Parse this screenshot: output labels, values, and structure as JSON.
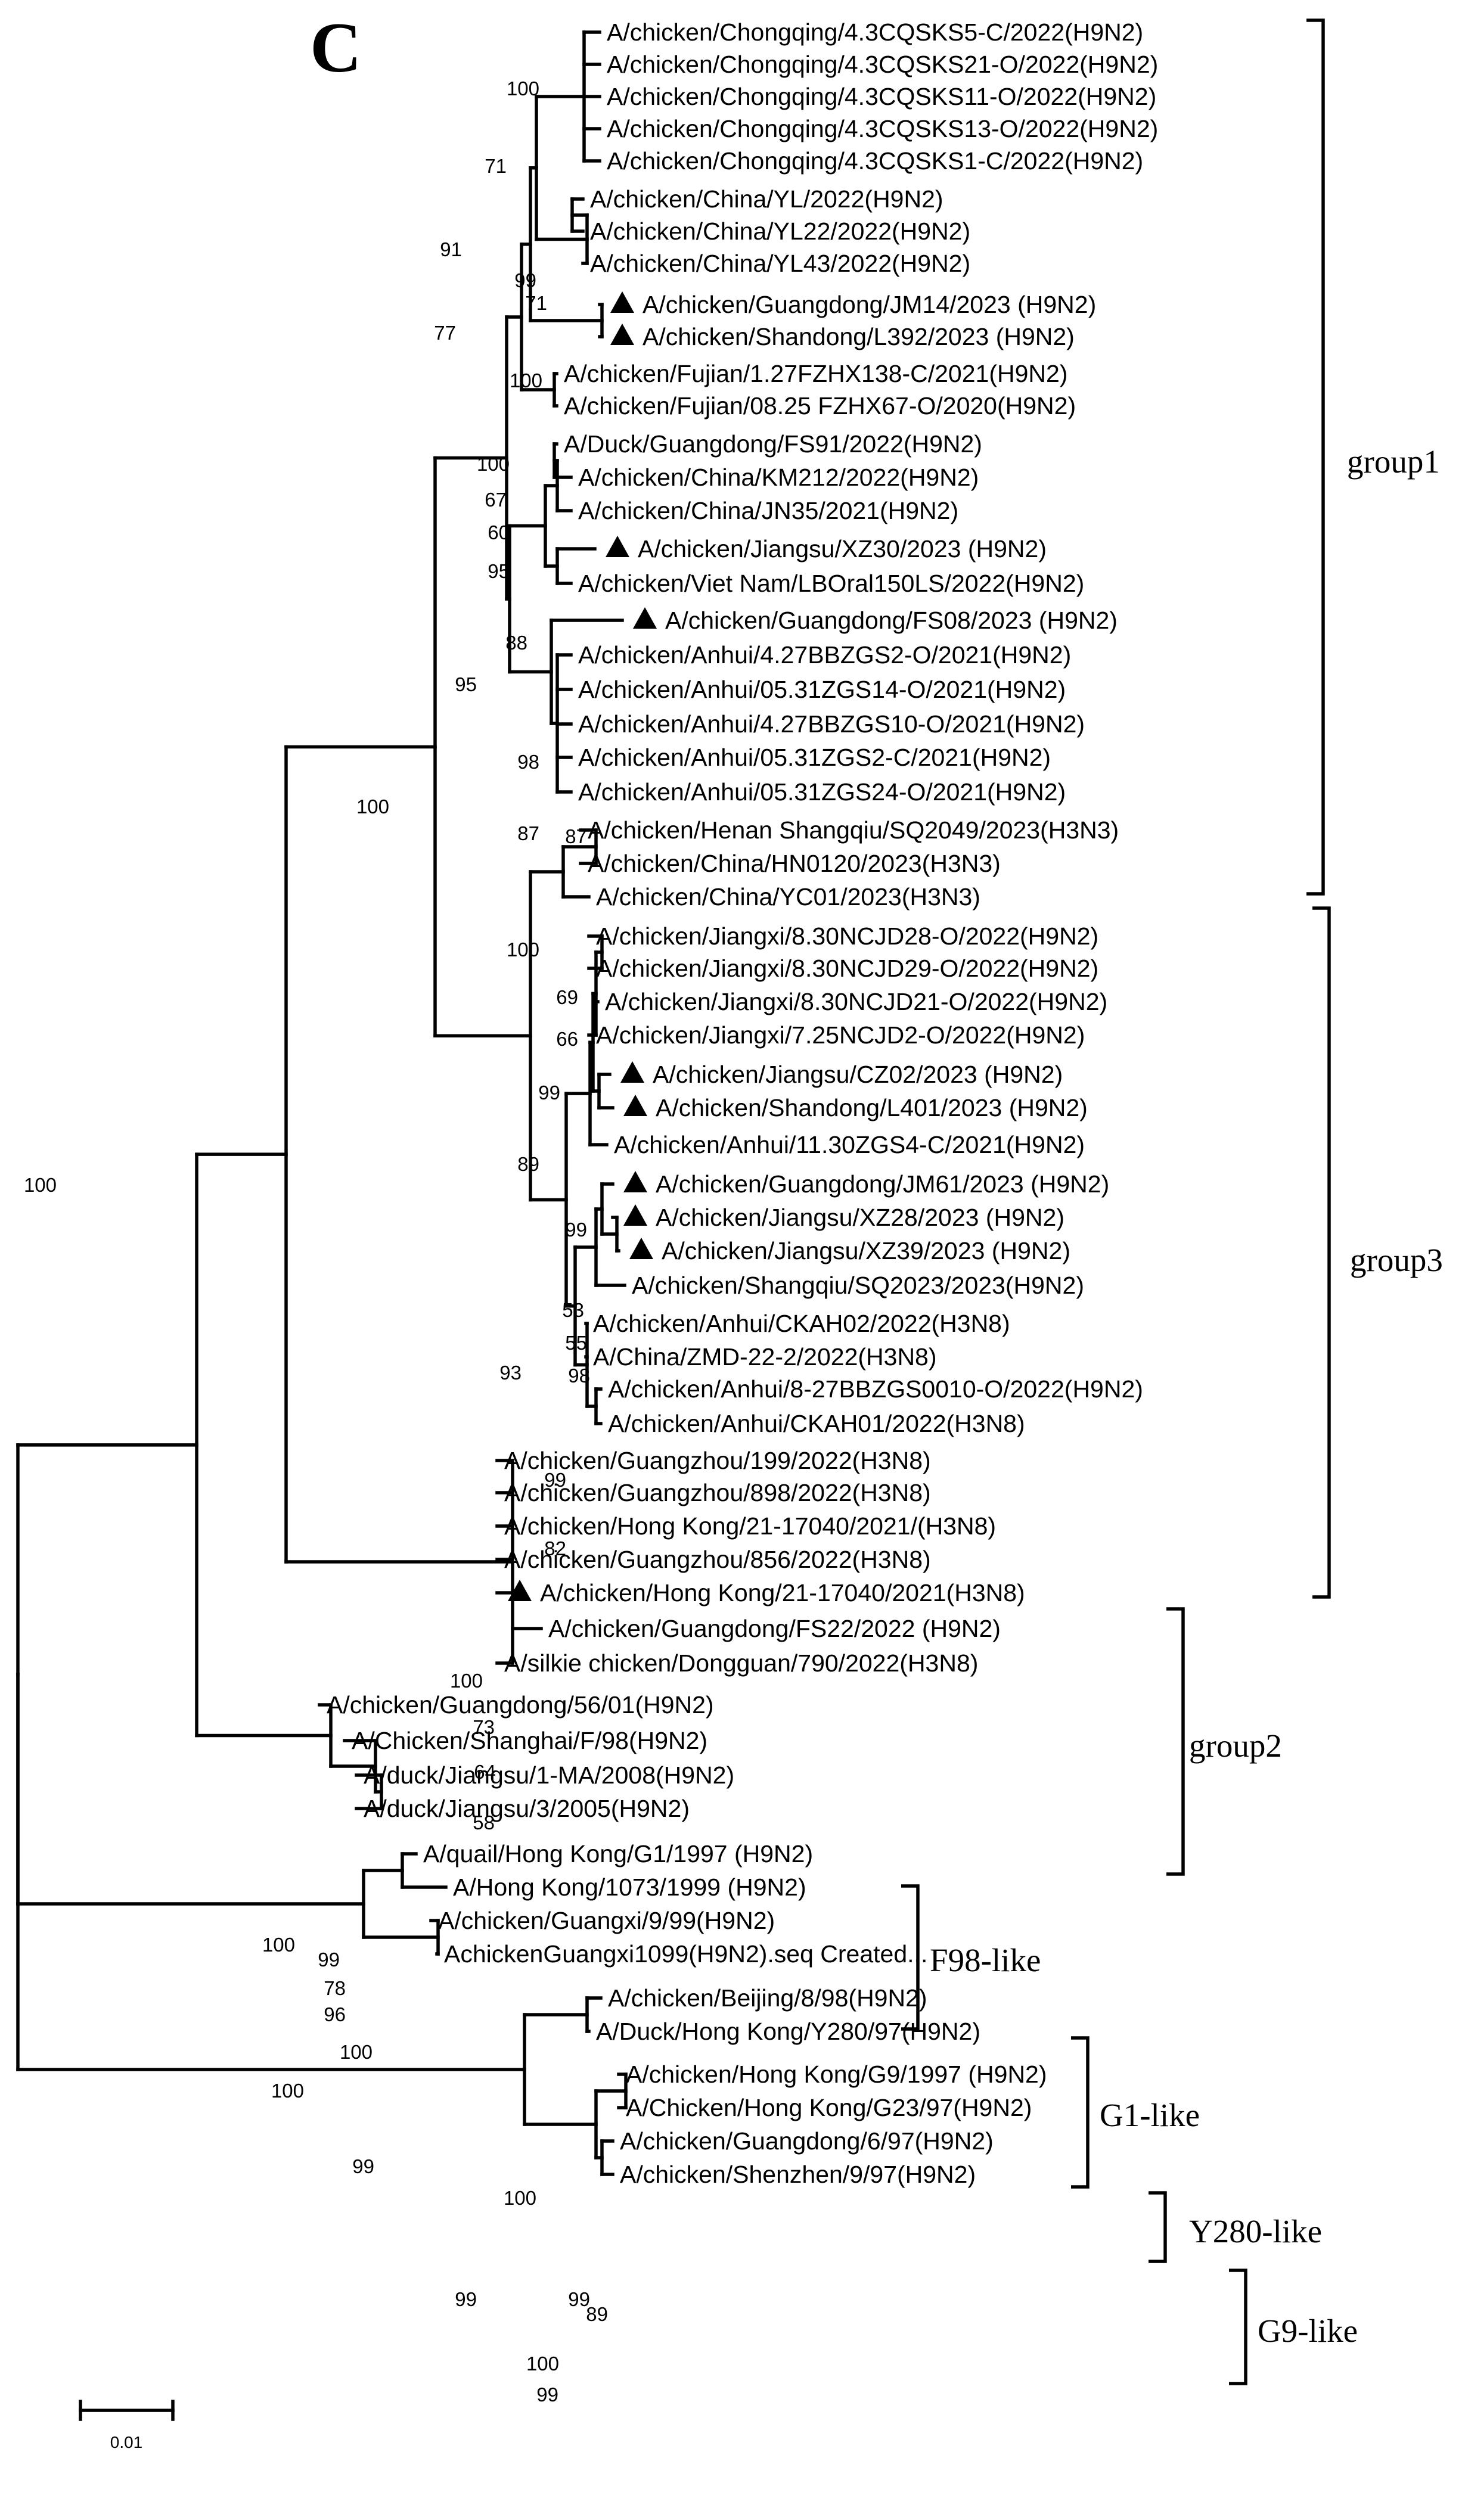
{
  "panel_label": "C",
  "scale_label": "0.01",
  "leaves": [
    "A/chicken/Chongqing/4.3CQSKS5-C/2022(H9N2)",
    "A/chicken/Chongqing/4.3CQSKS21-O/2022(H9N2)",
    "A/chicken/Chongqing/4.3CQSKS11-O/2022(H9N2)",
    "A/chicken/Chongqing/4.3CQSKS13-O/2022(H9N2)",
    "A/chicken/Chongqing/4.3CQSKS1-C/2022(H9N2)",
    "A/chicken/China/YL/2022(H9N2)",
    "A/chicken/China/YL22/2022(H9N2)",
    "A/chicken/China/YL43/2022(H9N2)",
    "A/chicken/Guangdong/JM14/2023 (H9N2)",
    "A/chicken/Shandong/L392/2023 (H9N2)",
    "A/chicken/Fujian/1.27FZHX138-C/2021(H9N2)",
    "A/chicken/Fujian/08.25 FZHX67-O/2020(H9N2)",
    "A/Duck/Guangdong/FS91/2022(H9N2)",
    "A/chicken/China/KM212/2022(H9N2)",
    "A/chicken/China/JN35/2021(H9N2)",
    "A/chicken/Jiangsu/XZ30/2023 (H9N2)",
    "A/chicken/Viet Nam/LBOral150LS/2022(H9N2)",
    "A/chicken/Guangdong/FS08/2023 (H9N2)",
    "A/chicken/Anhui/4.27BBZGS2-O/2021(H9N2)",
    "A/chicken/Anhui/05.31ZGS14-O/2021(H9N2)",
    "A/chicken/Anhui/4.27BBZGS10-O/2021(H9N2)",
    "A/chicken/Anhui/05.31ZGS2-C/2021(H9N2)",
    "A/chicken/Anhui/05.31ZGS24-O/2021(H9N2)",
    "A/chicken/Henan Shangqiu/SQ2049/2023(H3N3)",
    "A/chicken/China/HN0120/2023(H3N3)",
    "A/chicken/China/YC01/2023(H3N3)",
    "A/chicken/Jiangxi/8.30NCJD28-O/2022(H9N2)",
    "A/chicken/Jiangxi/8.30NCJD29-O/2022(H9N2)",
    "A/chicken/Jiangxi/8.30NCJD21-O/2022(H9N2)",
    "A/chicken/Jiangxi/7.25NCJD2-O/2022(H9N2)",
    "A/chicken/Jiangsu/CZ02/2023 (H9N2)",
    "A/chicken/Shandong/L401/2023 (H9N2)",
    "A/chicken/Anhui/11.30ZGS4-C/2021(H9N2)",
    "A/chicken/Guangdong/JM61/2023 (H9N2)",
    "A/chicken/Jiangsu/XZ28/2023 (H9N2)",
    "A/chicken/Jiangsu/XZ39/2023 (H9N2)",
    "A/chicken/Shangqiu/SQ2023/2023(H9N2)",
    "A/chicken/Anhui/CKAH02/2022(H3N8)",
    "A/China/ZMD-22-2/2022(H3N8)",
    "A/chicken/Anhui/8-27BBZGS0010-O/2022(H9N2)",
    "A/chicken/Anhui/CKAH01/2022(H3N8)",
    "A/chicken/Guangzhou/199/2022(H3N8)",
    "A/chicken/Guangzhou/898/2022(H3N8)",
    "A/chicken/Hong Kong/21-17040/2021/(H3N8)",
    "A/chicken/Guangzhou/856/2022(H3N8)",
    "A/chicken/Hong Kong/21-17040/2021(H3N8)",
    "A/chicken/Guangdong/FS22/2022 (H9N2)",
    "A/silkie chicken/Dongguan/790/2022(H3N8)",
    "A/chicken/Guangdong/56/01(H9N2)",
    "A/Chicken/Shanghai/F/98(H9N2)",
    "A/duck/Jiangsu/1-MA/2008(H9N2)",
    "A/duck/Jiangsu/3/2005(H9N2)",
    "A/quail/Hong Kong/G1/1997 (H9N2)",
    "A/Hong Kong/1073/1999 (H9N2)",
    "A/chicken/Guangxi/9/99(H9N2)",
    "AchickenGuangxi1099(H9N2).seq Created...",
    "A/chicken/Beijing/8/98(H9N2)",
    "A/Duck/Hong Kong/Y280/97(H9N2)",
    "A/chicken/Hong Kong/G9/1997 (H9N2)",
    "A/Chicken/Hong Kong/G23/97(H9N2)",
    "A/chicken/Guangdong/6/97(H9N2)",
    "A/chicken/Shenzhen/9/97(H9N2)"
  ],
  "bootstrap_values": [
    "100",
    "71",
    "91",
    "99",
    "71",
    "77",
    "100",
    "100",
    "67",
    "60",
    "95",
    "88",
    "95",
    "98",
    "87",
    "100",
    "87",
    "100",
    "69",
    "66",
    "99",
    "89",
    "99",
    "53",
    "55",
    "98",
    "93",
    "99",
    "82",
    "100",
    "73",
    "64",
    "58",
    "100",
    "99",
    "78",
    "96",
    "100",
    "100",
    "99",
    "100",
    "99",
    "99",
    "89",
    "100",
    "99",
    "100"
  ],
  "groups": [
    "group1",
    "group3",
    "group2",
    "F98-like",
    "G1-like",
    "Y280-like",
    "G9-like"
  ],
  "marked_leaves_note_symbol": "▲"
}
